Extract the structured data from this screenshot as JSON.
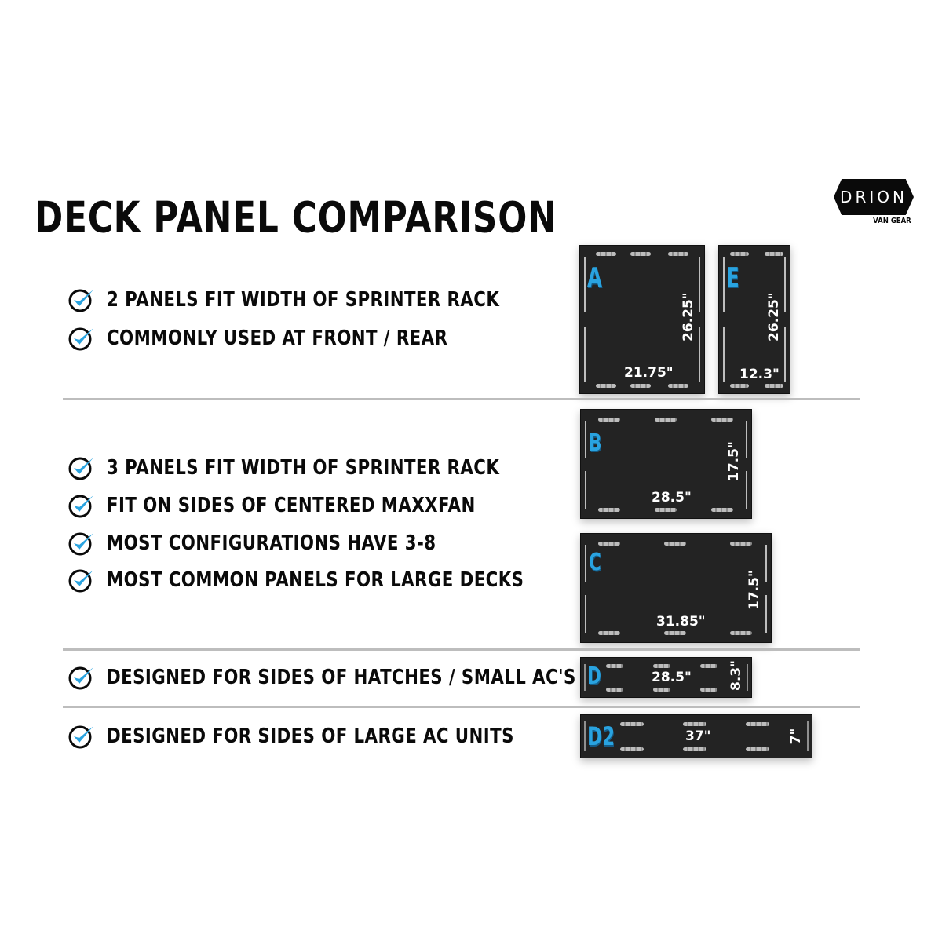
{
  "title": "DECK PANEL COMPARISON",
  "logo": {
    "name": "DRION",
    "subtitle": "VAN GEAR"
  },
  "colors": {
    "accent_blue": "#29a3e0",
    "panel": "#232323",
    "text": "#0a0a0a",
    "divider": "#bdbdbd"
  },
  "groups": [
    {
      "bullets": [
        "2 PANELS FIT WIDTH OF SPRINTER RACK",
        "COMMONLY USED AT FRONT / REAR"
      ],
      "panels": [
        {
          "label": "A",
          "width": "21.75\"",
          "height": "26.25\""
        },
        {
          "label": "E",
          "width": "12.3\"",
          "height": "26.25\""
        }
      ]
    },
    {
      "bullets": [
        "3 PANELS FIT WIDTH OF SPRINTER RACK",
        "FIT ON SIDES OF CENTERED MAXXFAN",
        "MOST CONFIGURATIONS HAVE 3-8",
        "MOST COMMON PANELS FOR LARGE DECKS"
      ],
      "panels": [
        {
          "label": "B",
          "width": "28.5\"",
          "height": "17.5\""
        },
        {
          "label": "C",
          "width": "31.85\"",
          "height": "17.5\""
        }
      ]
    },
    {
      "bullets": [
        "DESIGNED FOR SIDES OF HATCHES / SMALL AC'S"
      ],
      "panels": [
        {
          "label": "D",
          "width": "28.5\"",
          "height": "8.3\""
        }
      ]
    },
    {
      "bullets": [
        "DESIGNED FOR SIDES OF LARGE AC UNITS"
      ],
      "panels": [
        {
          "label": "D2",
          "width": "37\"",
          "height": "7\""
        }
      ]
    }
  ],
  "icons": {
    "bullet": "check-circle-icon"
  }
}
